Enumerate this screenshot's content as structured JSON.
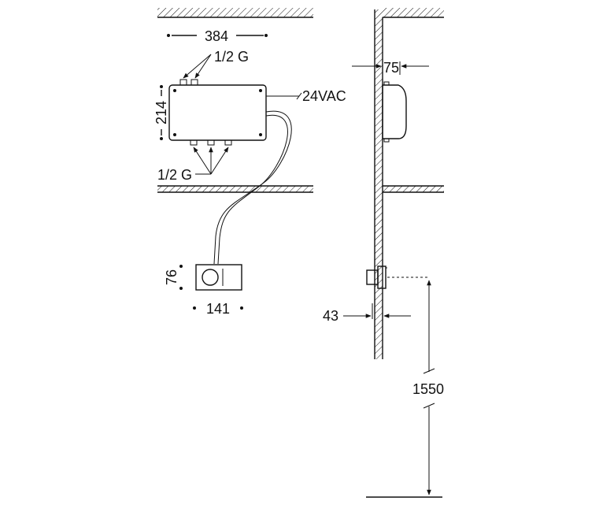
{
  "diagram": {
    "labels": {
      "box_width": "384",
      "box_height": "214",
      "inlet_thread_top": "1/2 G",
      "outlet_thread_bottom": "1/2 G",
      "power": "24VAC",
      "side_depth": "75",
      "sensor_height": "76",
      "sensor_width": "141",
      "sensor_depth": "43",
      "mount_height": "1550"
    }
  }
}
